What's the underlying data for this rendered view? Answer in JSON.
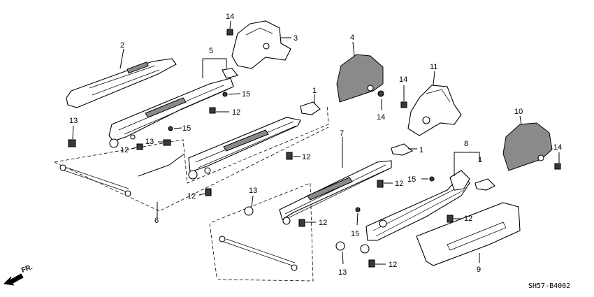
{
  "diagram": {
    "callouts": {
      "c1a": "1",
      "c1b": "1",
      "c1c": "1",
      "c2": "2",
      "c3": "3",
      "c4": "4",
      "c5": "5",
      "c6": "6",
      "c7": "7",
      "c8": "8",
      "c9": "9",
      "c10": "10",
      "c11": "11",
      "c12a": "12",
      "c12b": "12",
      "c12c": "12",
      "c12d": "12",
      "c12e": "12",
      "c12f": "12",
      "c12g": "12",
      "c13a": "13",
      "c13b": "13",
      "c13c": "13",
      "c13d": "13",
      "c14a": "14",
      "c14b": "14",
      "c14c": "14",
      "c14d": "14",
      "c15a": "15",
      "c15b": "15",
      "c15c": "15",
      "c15d": "15"
    },
    "direction_label": "FR.",
    "drawing_code": "SH57-B4002"
  }
}
